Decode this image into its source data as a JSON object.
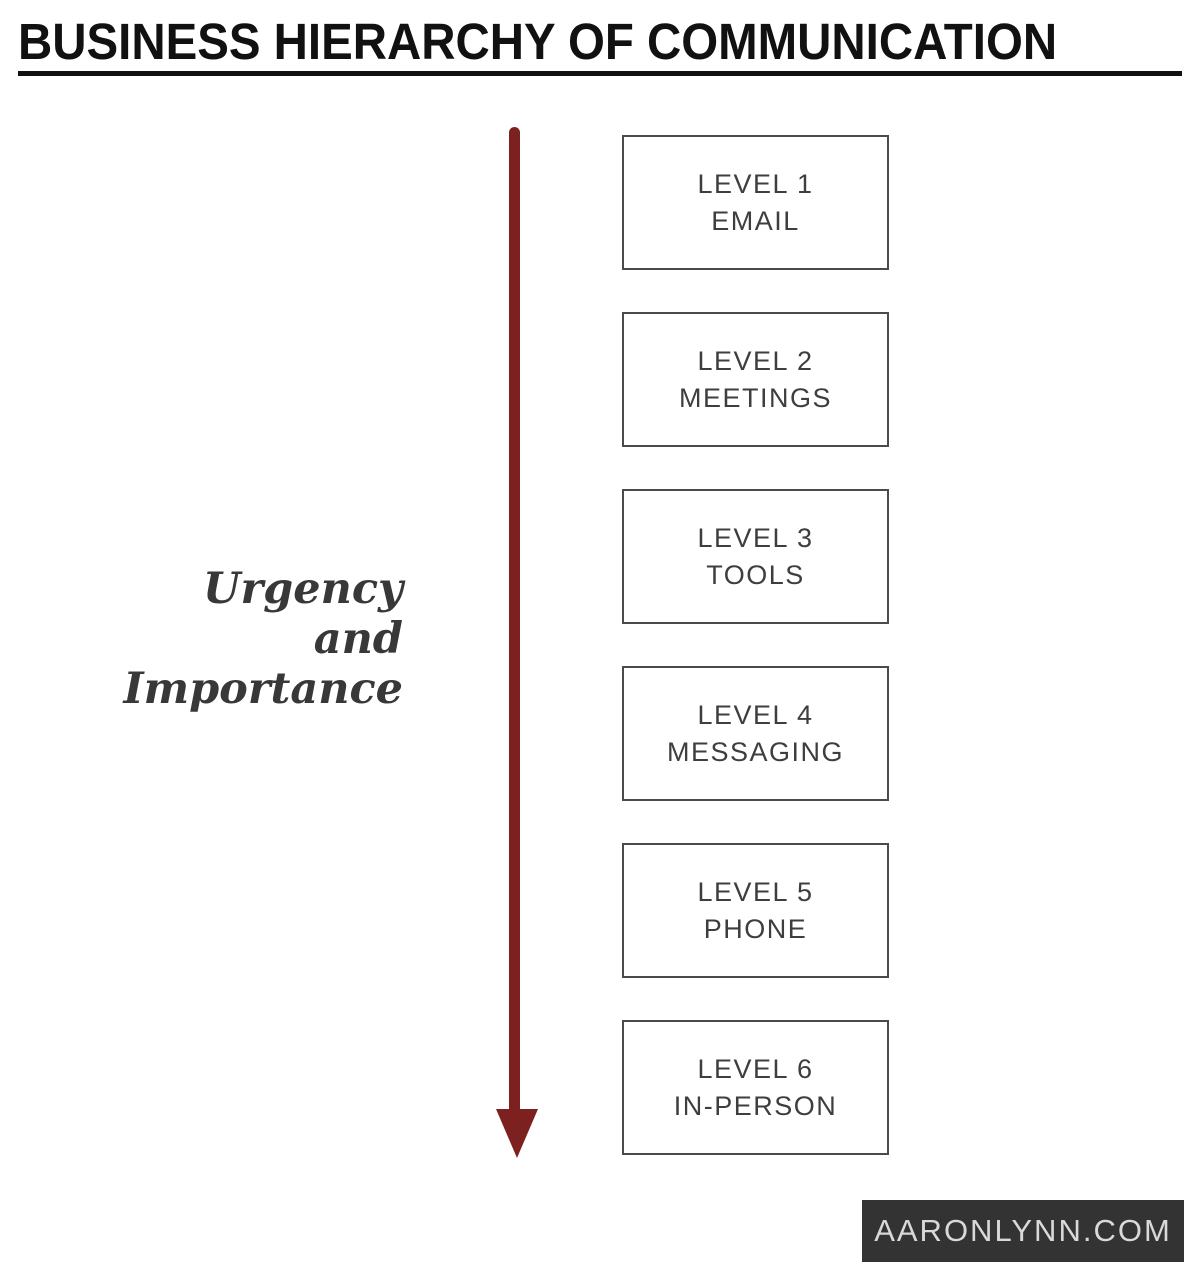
{
  "title": "BUSINESS HIERARCHY OF COMMUNICATION",
  "urgency_label": {
    "line1": "Urgency",
    "line2": "and",
    "line3": "Importance"
  },
  "levels": [
    {
      "line1": "LEVEL 1",
      "line2": "EMAIL"
    },
    {
      "line1": "LEVEL 2",
      "line2": "MEETINGS"
    },
    {
      "line1": "LEVEL 3",
      "line2": "TOOLS"
    },
    {
      "line1": "LEVEL 4",
      "line2": "MESSAGING"
    },
    {
      "line1": "LEVEL 5",
      "line2": "PHONE"
    },
    {
      "line1": "LEVEL 6",
      "line2": "IN-PERSON"
    }
  ],
  "watermark": "AARONLYNN.COM",
  "colors": {
    "arrow": "#7D2120",
    "footer_bg": "#333333",
    "box_border": "#4B4B4B",
    "title_text": "#111111",
    "box_text": "#3E3E3E",
    "urgency_text": "#383838",
    "watermark_text": "#D9D9D9",
    "background": "#FFFFFF"
  }
}
